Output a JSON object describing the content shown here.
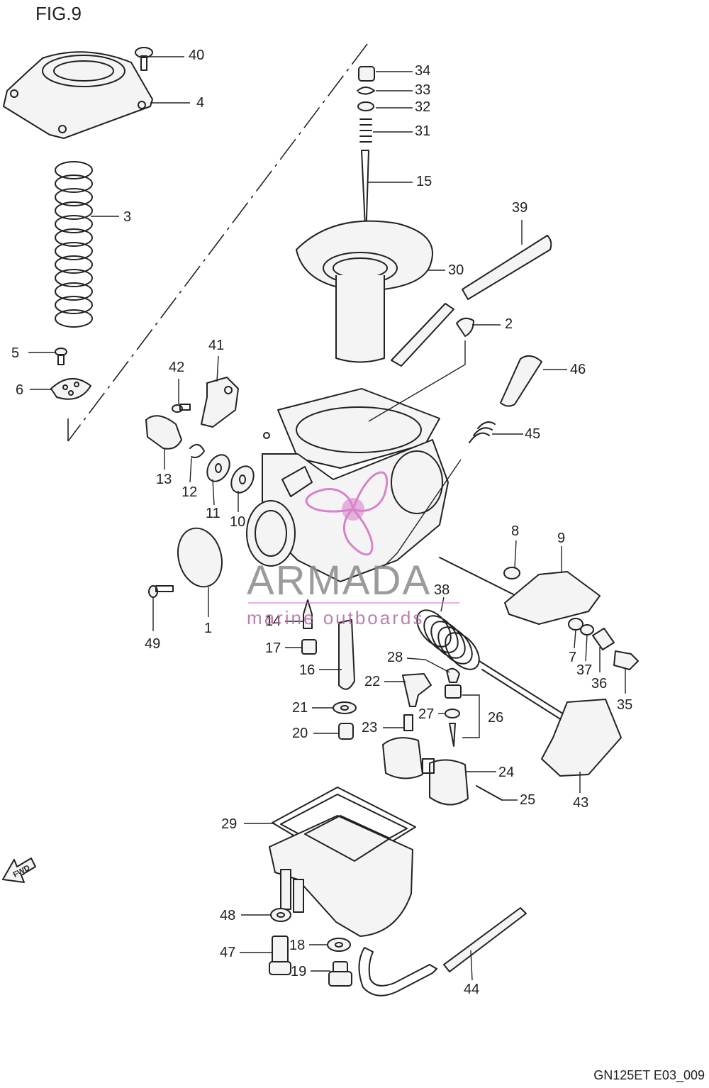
{
  "figure": {
    "title": "FIG.9",
    "code": "GN125ET E03_009",
    "fwd_label": "FWD"
  },
  "watermark": {
    "brand": "ARMADA",
    "tagline": "marine outboards",
    "color": "#d36fc4"
  },
  "callouts": [
    {
      "label": "40"
    },
    {
      "label": "4"
    },
    {
      "label": "3"
    },
    {
      "label": "5"
    },
    {
      "label": "6"
    },
    {
      "label": "34"
    },
    {
      "label": "33"
    },
    {
      "label": "32"
    },
    {
      "label": "31"
    },
    {
      "label": "15"
    },
    {
      "label": "39"
    },
    {
      "label": "30"
    },
    {
      "label": "2"
    },
    {
      "label": "41"
    },
    {
      "label": "42"
    },
    {
      "label": "46"
    },
    {
      "label": "45"
    },
    {
      "label": "13"
    },
    {
      "label": "12"
    },
    {
      "label": "11"
    },
    {
      "label": "10"
    },
    {
      "label": "8"
    },
    {
      "label": "9"
    },
    {
      "label": "38"
    },
    {
      "label": "49"
    },
    {
      "label": "1"
    },
    {
      "label": "14"
    },
    {
      "label": "17"
    },
    {
      "label": "16"
    },
    {
      "label": "7"
    },
    {
      "label": "37"
    },
    {
      "label": "36"
    },
    {
      "label": "35"
    },
    {
      "label": "28"
    },
    {
      "label": "22"
    },
    {
      "label": "21"
    },
    {
      "label": "27"
    },
    {
      "label": "26"
    },
    {
      "label": "23"
    },
    {
      "label": "20"
    },
    {
      "label": "24"
    },
    {
      "label": "25"
    },
    {
      "label": "43"
    },
    {
      "label": "29"
    },
    {
      "label": "48"
    },
    {
      "label": "47"
    },
    {
      "label": "18"
    },
    {
      "label": "19"
    },
    {
      "label": "44"
    }
  ]
}
